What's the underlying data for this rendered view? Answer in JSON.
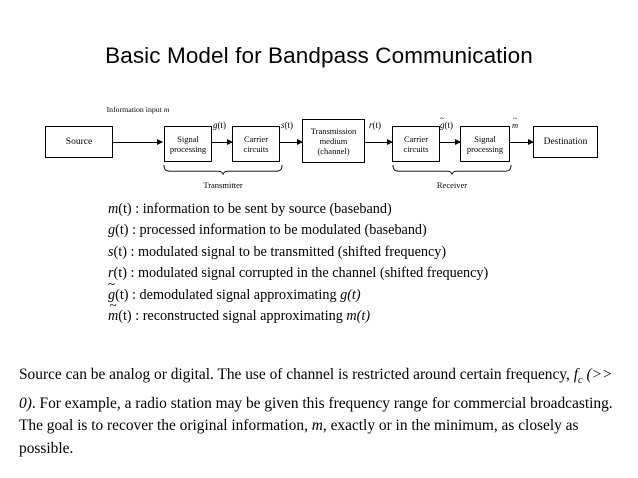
{
  "slide": {
    "title": "Basic Model for Bandpass Communication"
  },
  "diagram": {
    "blocks": {
      "source": {
        "line1": "Source"
      },
      "tx_signal_processing": {
        "line1": "Signal",
        "line2": "processing"
      },
      "tx_carrier_circuits": {
        "line1": "Carrier",
        "line2": "circuits"
      },
      "channel": {
        "line1": "Transmission",
        "line2": "medium",
        "line3": "(channel)"
      },
      "rx_carrier_circuits": {
        "line1": "Carrier",
        "line2": "circuits"
      },
      "rx_signal_processing": {
        "line1": "Signal",
        "line2": "processing"
      },
      "destination": {
        "line1": "Destination"
      }
    },
    "input_label": {
      "line1": "Information",
      "line2": "input",
      "line3": "m"
    },
    "signal_labels": {
      "g_t": "g",
      "g_t_arg": "(t)",
      "s_t": "s",
      "s_t_arg": "(t)",
      "r_t": "r",
      "r_t_arg": "(t)",
      "g_tilde_base": "g",
      "g_tilde_accent": "~",
      "g_tilde_arg": "(t)",
      "m_tilde_base": "m",
      "m_tilde_accent": "~"
    },
    "braces": {
      "transmitter": "Transmitter",
      "receiver": "Receiver"
    }
  },
  "definitions": [
    {
      "symbol": "m(t)",
      "sym_base": "m",
      "sym_arg": "(t)",
      "accent": "",
      "colon": " : ",
      "text": "information to be sent by source (baseband)"
    },
    {
      "symbol": "g(t)",
      "sym_base": "g",
      "sym_arg": "(t)",
      "accent": "",
      "colon": " : ",
      "text": "processed information to be modulated (baseband)"
    },
    {
      "symbol": "s(t)",
      "sym_base": "s",
      "sym_arg": "(t)",
      "accent": "",
      "colon": " : ",
      "text": "modulated signal to be transmitted (shifted frequency)"
    },
    {
      "symbol": "r(t)",
      "sym_base": "r",
      "sym_arg": "(t)",
      "accent": "",
      "colon": " : ",
      "text": "modulated signal corrupted in the channel (shifted frequency)"
    },
    {
      "symbol": "g~(t)",
      "sym_base": "g",
      "sym_arg": "(t)",
      "accent": "~",
      "colon": " : ",
      "text_before": "demodulated signal approximating ",
      "text_em": "g(t)"
    },
    {
      "symbol": "m~(t)",
      "sym_base": "m",
      "sym_arg": "(t)",
      "accent": "~",
      "colon": " : ",
      "text_before": "reconstructed signal approximating ",
      "text_em": "m(t)"
    }
  ],
  "paragraph": {
    "part1": "Source can be analog or digital.  The use of channel is restricted around certain frequency, ",
    "fc_base": "f",
    "fc_sub": "c",
    "fc_cond": " (>> 0)",
    "part2": ".  For example, a radio station may be given this frequency range for commercial broadcasting. The goal is to recover the original information, ",
    "m_italic": "m",
    "part3": ", exactly or in the minimum, as closely as possible."
  },
  "colors": {
    "background": "#ffffff",
    "ink": "#000000"
  }
}
